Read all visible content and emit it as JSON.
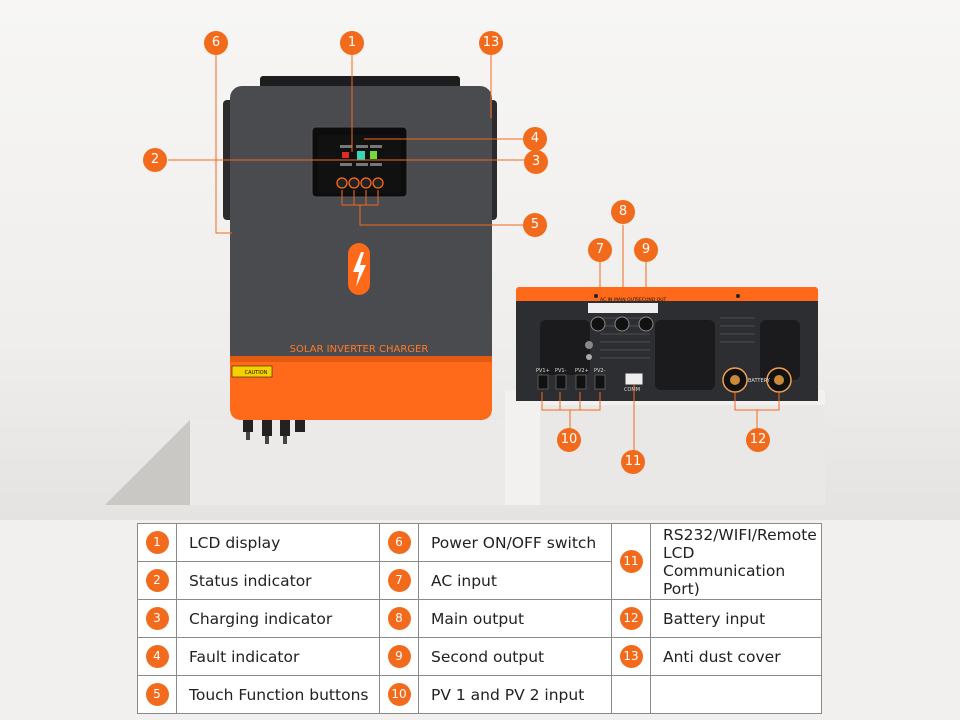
{
  "colors": {
    "accent": "#f26a1b",
    "body_dark": "#4a4b4f",
    "body_orange": "#ff6a1a"
  },
  "product": {
    "front_label": "SOLAR INVERTER CHARGER",
    "caution_label": "CAUTION",
    "bolt_icon": "lightning-bolt-icon",
    "back_labels": {
      "ac_in": "AC IN",
      "main_out": "MAIN OUT",
      "second_out": "SECOND OUT",
      "pv1_pos": "PV1+",
      "pv1_neg": "PV1-",
      "pv2_pos": "PV2+",
      "pv2_neg": "PV2-",
      "comm": "COMM",
      "battery": "BATTERY"
    }
  },
  "callouts": [
    "1",
    "2",
    "3",
    "4",
    "5",
    "6",
    "7",
    "8",
    "9",
    "10",
    "11",
    "12",
    "13"
  ],
  "legend": [
    {
      "num": "1",
      "label": "LCD display"
    },
    {
      "num": "2",
      "label": "Status indicator"
    },
    {
      "num": "3",
      "label": "Charging indicator"
    },
    {
      "num": "4",
      "label": "Fault indicator"
    },
    {
      "num": "5",
      "label": "Touch Function buttons"
    },
    {
      "num": "6",
      "label": "Power ON/OFF switch"
    },
    {
      "num": "7",
      "label": "AC input"
    },
    {
      "num": "8",
      "label": "Main output"
    },
    {
      "num": "9",
      "label": "Second output"
    },
    {
      "num": "10",
      "label": "PV 1 and PV 2 input"
    },
    {
      "num": "11",
      "label": "RS232/WIFI/Remote\nLCD Communication\nPort)"
    },
    {
      "num": "12",
      "label": "Battery input"
    },
    {
      "num": "13",
      "label": "Anti dust cover"
    }
  ]
}
